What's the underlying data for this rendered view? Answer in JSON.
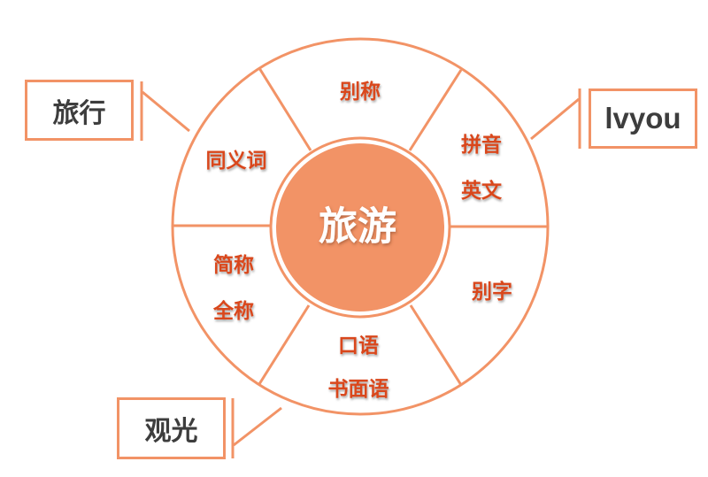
{
  "colors": {
    "accent": "#f29366",
    "label_text": "#d9461a",
    "center_text": "#ffffff",
    "box_text": "#3d3d3d",
    "background": "#ffffff"
  },
  "center": {
    "label": "旅游"
  },
  "segments": [
    {
      "position": "top",
      "lines": [
        "别称"
      ]
    },
    {
      "position": "upper-right",
      "lines": [
        "拼音",
        "英文"
      ]
    },
    {
      "position": "lower-right",
      "lines": [
        "别字"
      ]
    },
    {
      "position": "bottom",
      "lines": [
        "口语",
        "书面语"
      ]
    },
    {
      "position": "lower-left",
      "lines": [
        "简称",
        "全称"
      ]
    },
    {
      "position": "upper-left",
      "lines": [
        "同义词"
      ]
    }
  ],
  "callouts": {
    "left": {
      "label": "旅行",
      "linked_segment": "同义词"
    },
    "right": {
      "label": "lvyou",
      "linked_segment": "拼音/英文"
    },
    "bottom": {
      "label": "观光",
      "linked_segment": "口语/书面语"
    }
  }
}
